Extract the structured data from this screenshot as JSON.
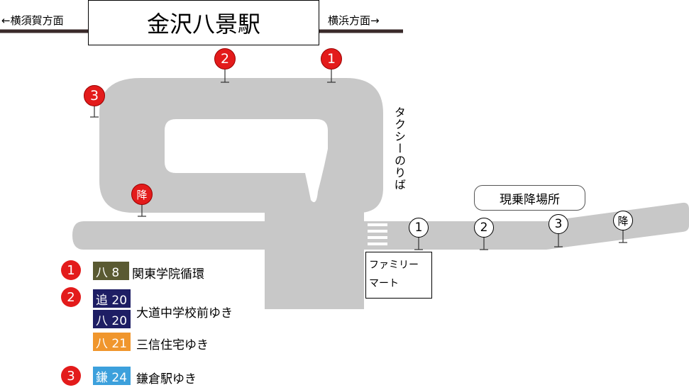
{
  "station": {
    "name": "金沢八景駅",
    "dir_left": "←横須賀方面",
    "dir_right": "横浜方面→"
  },
  "taxi_label": "タクシーのりば",
  "alight_area_label": "現乗降場所",
  "store_label": [
    "ファミリー",
    "マート"
  ],
  "stops_current": [
    {
      "label": "1",
      "kind": "number"
    },
    {
      "label": "2",
      "kind": "number"
    },
    {
      "label": "3",
      "kind": "number"
    },
    {
      "label": "降",
      "kind": "alight"
    }
  ],
  "stops_roundabout": [
    {
      "label": "1",
      "kind": "number"
    },
    {
      "label": "2",
      "kind": "number"
    },
    {
      "label": "3",
      "kind": "number"
    },
    {
      "label": "降",
      "kind": "alight"
    }
  ],
  "legend": [
    {
      "stop": "1",
      "routes": [
        {
          "code": "八 8",
          "color": "#5a5a32",
          "destination": "関東学院循環"
        }
      ]
    },
    {
      "stop": "2",
      "routes": [
        {
          "code": "追 20",
          "color": "#1e1e64",
          "destination": ""
        },
        {
          "code": "八 20",
          "color": "#1e1e64",
          "destination": "大道中学校前ゆき"
        },
        {
          "code": "八 21",
          "color": "#f0962d",
          "destination": "三信住宅ゆき"
        }
      ]
    },
    {
      "stop": "3",
      "routes": [
        {
          "code": "鎌 24",
          "color": "#3ca0dc",
          "destination": "鎌倉駅ゆき"
        }
      ]
    }
  ],
  "colors": {
    "road": "#c8c8c8",
    "stop_red": "#e31b1b",
    "rail": "#3a2a2a"
  }
}
